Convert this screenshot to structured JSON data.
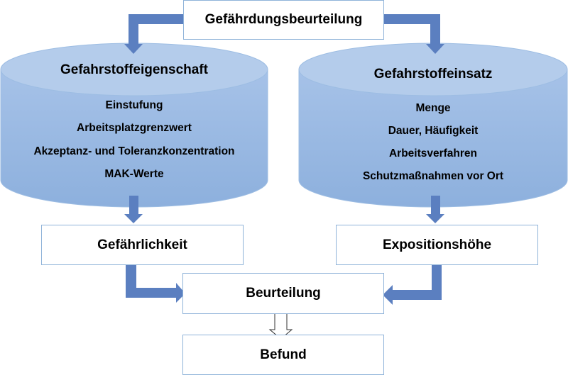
{
  "top": {
    "label": "Gefährdungsbeurteilung"
  },
  "left_cylinder": {
    "title": "Gefahrstoffeigenschaft",
    "items": [
      "Einstufung",
      "Arbeitsplatzgrenzwert",
      "Akzeptanz- und Toleranzkonzentration",
      "MAK-Werte"
    ]
  },
  "right_cylinder": {
    "title": "Gefahrstoffeinsatz",
    "items": [
      "Menge",
      "Dauer, Häufigkeit",
      "Arbeitsverfahren",
      "Schutzmaßnahmen vor Ort"
    ]
  },
  "left_result": {
    "label": "Gefährlichkeit"
  },
  "right_result": {
    "label": "Expositionshöhe"
  },
  "assessment": {
    "label": "Beurteilung"
  },
  "finding": {
    "label": "Befund"
  },
  "colors": {
    "arrow": "#5b7fc0",
    "cylinder_top": "#b3cbea",
    "cylinder_body": "#9bbbe3",
    "box_border": "#8fb3d9"
  }
}
